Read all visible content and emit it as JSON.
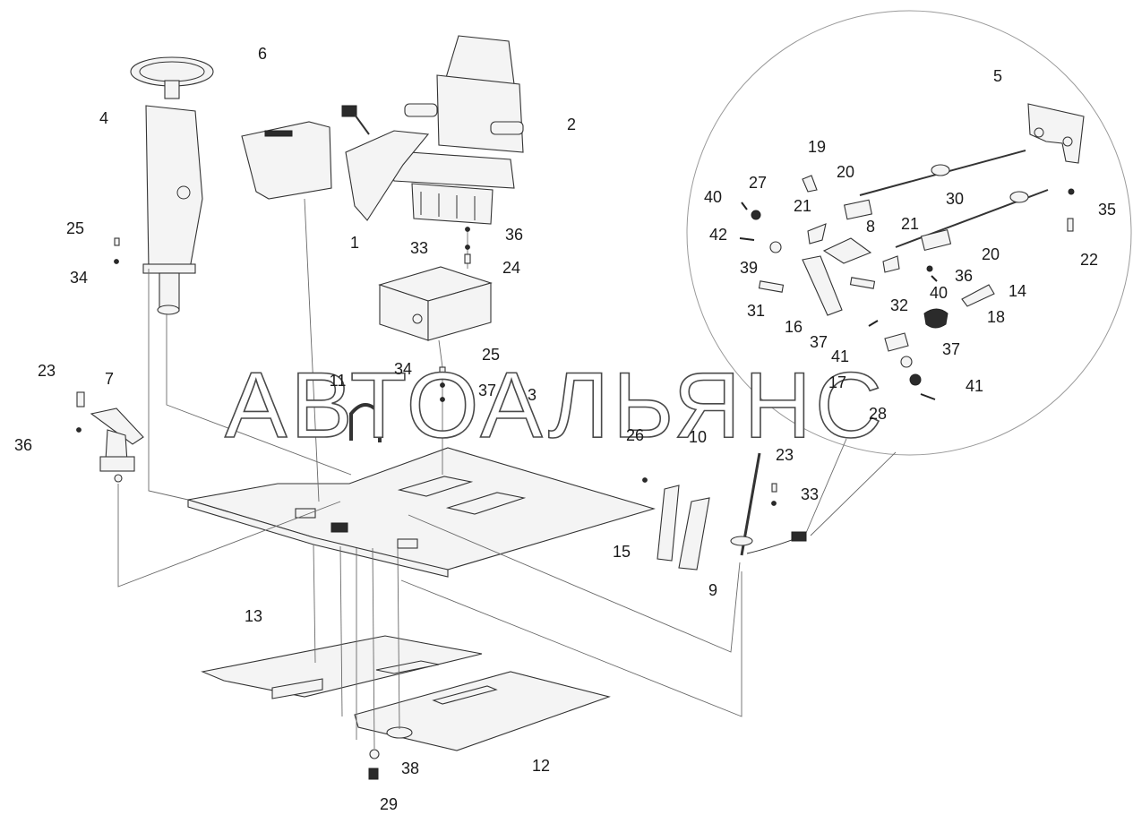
{
  "watermark": "АВТОАЛЬЯНС",
  "callouts": [
    {
      "id": "1",
      "text": "1"
    },
    {
      "id": "2",
      "text": "2"
    },
    {
      "id": "3",
      "text": "3"
    },
    {
      "id": "4",
      "text": "4"
    },
    {
      "id": "5",
      "text": "5"
    },
    {
      "id": "6",
      "text": "6"
    },
    {
      "id": "7",
      "text": "7"
    },
    {
      "id": "8",
      "text": "8"
    },
    {
      "id": "9",
      "text": "9"
    },
    {
      "id": "10",
      "text": "10"
    },
    {
      "id": "11",
      "text": "11"
    },
    {
      "id": "12",
      "text": "12"
    },
    {
      "id": "13",
      "text": "13"
    },
    {
      "id": "14",
      "text": "14"
    },
    {
      "id": "15",
      "text": "15"
    },
    {
      "id": "16",
      "text": "16"
    },
    {
      "id": "17",
      "text": "17"
    },
    {
      "id": "18",
      "text": "18"
    },
    {
      "id": "19",
      "text": "19"
    },
    {
      "id": "20a",
      "text": "20"
    },
    {
      "id": "20b",
      "text": "20"
    },
    {
      "id": "21a",
      "text": "21"
    },
    {
      "id": "21b",
      "text": "21"
    },
    {
      "id": "22",
      "text": "22"
    },
    {
      "id": "23a",
      "text": "23"
    },
    {
      "id": "23b",
      "text": "23"
    },
    {
      "id": "24",
      "text": "24"
    },
    {
      "id": "25a",
      "text": "25"
    },
    {
      "id": "25b",
      "text": "25"
    },
    {
      "id": "26",
      "text": "26"
    },
    {
      "id": "27",
      "text": "27"
    },
    {
      "id": "28",
      "text": "28"
    },
    {
      "id": "29",
      "text": "29"
    },
    {
      "id": "30",
      "text": "30"
    },
    {
      "id": "31",
      "text": "31"
    },
    {
      "id": "32",
      "text": "32"
    },
    {
      "id": "33a",
      "text": "33"
    },
    {
      "id": "33b",
      "text": "33"
    },
    {
      "id": "34a",
      "text": "34"
    },
    {
      "id": "34b",
      "text": "34"
    },
    {
      "id": "35",
      "text": "35"
    },
    {
      "id": "36a",
      "text": "36"
    },
    {
      "id": "36b",
      "text": "36"
    },
    {
      "id": "36c",
      "text": "36"
    },
    {
      "id": "37a",
      "text": "37"
    },
    {
      "id": "37b",
      "text": "37"
    },
    {
      "id": "37c",
      "text": "37"
    },
    {
      "id": "38",
      "text": "38"
    },
    {
      "id": "39",
      "text": "39"
    },
    {
      "id": "40a",
      "text": "40"
    },
    {
      "id": "40b",
      "text": "40"
    },
    {
      "id": "41a",
      "text": "41"
    },
    {
      "id": "41b",
      "text": "41"
    },
    {
      "id": "42",
      "text": "42"
    }
  ]
}
